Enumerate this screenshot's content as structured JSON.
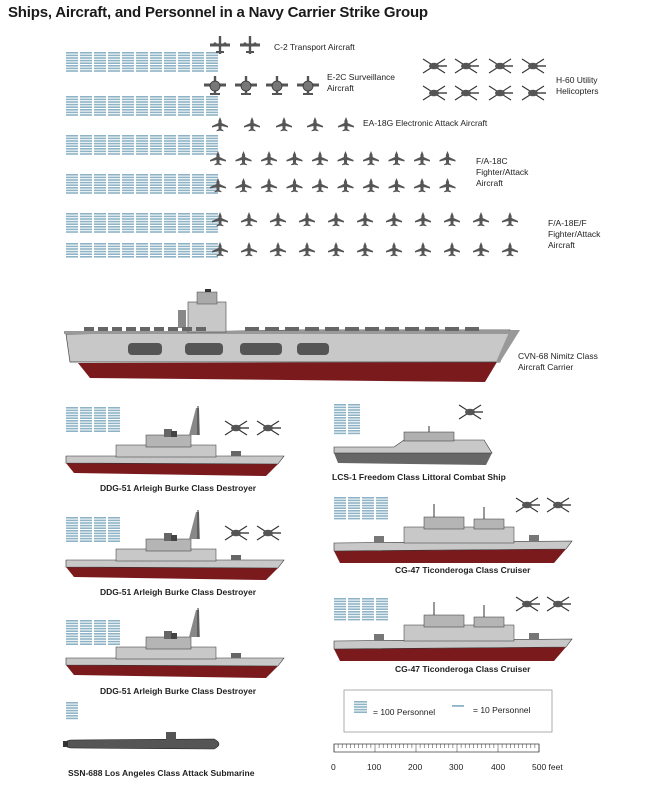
{
  "title": "Ships, Aircraft, and Personnel in a Navy Carrier Strike Group",
  "aircraft": {
    "c2": "C-2 Transport Aircraft",
    "e2c_line1": "E-2C Surveillance",
    "e2c_line2": "Aircraft",
    "h60_line1": "H-60 Utility",
    "h60_line2": "Helicopters",
    "ea18g": "EA-18G Electronic Attack Aircraft",
    "fa18c_line1": "F/A-18C",
    "fa18c_line2": "Fighter/Attack",
    "fa18c_line3": "Aircraft",
    "fa18ef_line1": "F/A-18E/F",
    "fa18ef_line2": "Fighter/Attack",
    "fa18ef_line3": "Aircraft"
  },
  "ships": {
    "cvn": [
      "CVN-68 Nimitz Class",
      "Aircraft Carrier"
    ],
    "ddg1": "DDG-51 Arleigh Burke Class Destroyer",
    "ddg2": "DDG-51 Arleigh Burke Class Destroyer",
    "ddg3": "DDG-51 Arleigh Burke Class Destroyer",
    "lcs": "LCS-1 Freedom Class Littoral Combat Ship",
    "cg1": "CG-47 Ticonderoga Class Cruiser",
    "cg2": "CG-47 Ticonderoga Class Cruiser",
    "ssn": "SSN-688 Los Angeles Class Attack Submarine"
  },
  "legend": {
    "hundred": "= 100 Personnel",
    "ten": "= 10 Personnel"
  },
  "scale": {
    "ticks": [
      "0",
      "100",
      "200",
      "300",
      "400",
      "500 feet"
    ]
  },
  "colors": {
    "personnel": "#8fb3c6",
    "hull_gray": "#c8c8c8",
    "hull_red": "#7a1a1c",
    "aircraft": "#555555"
  }
}
